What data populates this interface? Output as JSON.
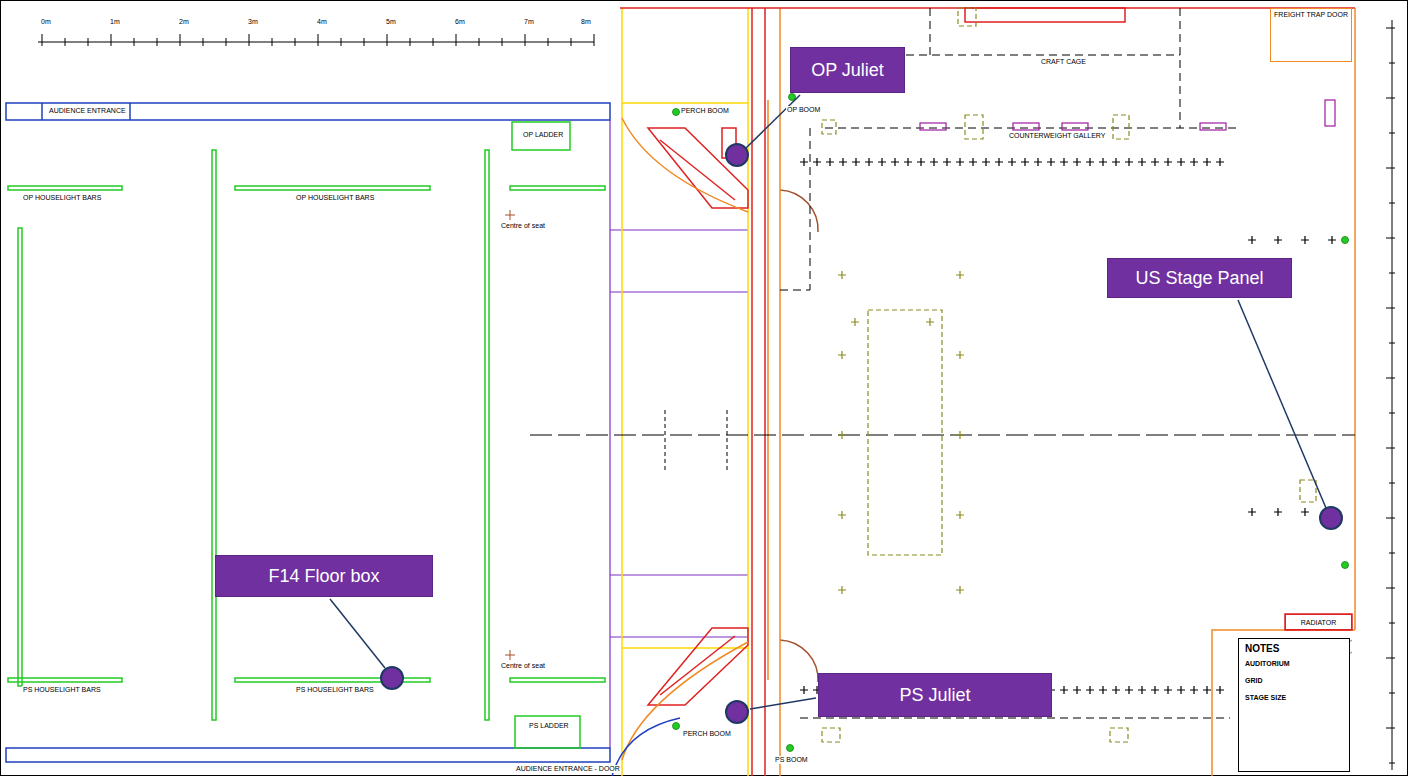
{
  "diagram": {
    "nodes": [
      {
        "text": [
          "FREIGHT TRAP DOOR"
        ]
      },
      {
        "text": [
          "OP Juliet"
        ]
      },
      {
        "text": [
          "US Stage Panel"
        ]
      },
      {
        "text": [
          "F14 Floor box"
        ]
      },
      {
        "text": [
          "RADIATOR"
        ]
      },
      {
        "text": [
          "PS Juliet"
        ]
      },
      {
        "text": [
          "NOTES",
          "AUDITORIUM",
          "GRID",
          "STAGE SIZE"
        ]
      }
    ],
    "labels": [
      "0m",
      "1m",
      "2m",
      "3m",
      "4m",
      "5m",
      "6m",
      "7m",
      "8m",
      "AUDIENCE ENTRANCE",
      "OP HOUSELIGHT BARS",
      "OP HOUSELIGHT BARS",
      "OP LADDER",
      "PERCH BOOM",
      "OP BOOM",
      "CRAFT CAGE",
      "COUNTERWEIGHT GALLERY",
      "Centre of seat",
      "Centre of seat",
      "PS HOUSELIGHT BARS",
      "PS HOUSELIGHT BARS",
      "PS LADDER",
      "PERCH BOOM",
      "PS BOOM",
      "AUDIENCE ENTRANCE - DOOR"
    ]
  }
}
